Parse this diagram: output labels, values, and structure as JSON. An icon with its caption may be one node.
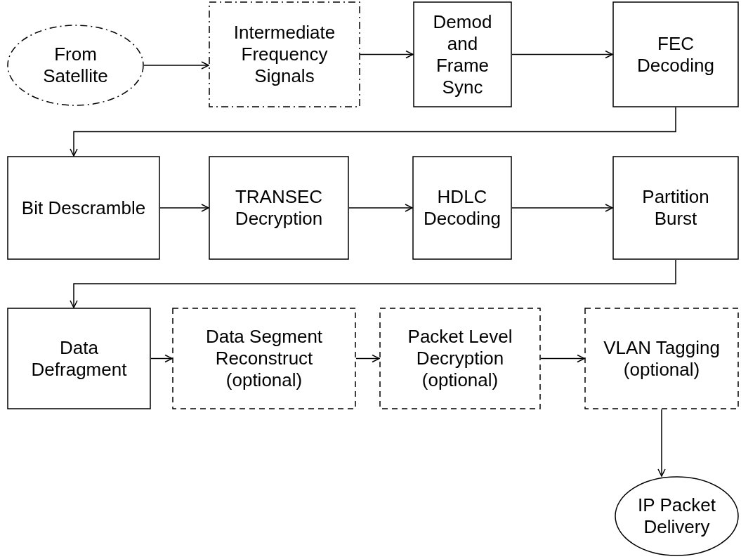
{
  "diagram": {
    "nodes": [
      {
        "text": [
          "From Satellite"
        ]
      },
      {
        "text": [
          "Intermediate Frequency Signals"
        ]
      },
      {
        "text": [
          "Demod and Frame Sync"
        ]
      },
      {
        "text": [
          "FEC Decoding"
        ]
      },
      {
        "text": [
          "Bit Descramble"
        ]
      },
      {
        "text": [
          "TRANSEC Decryption"
        ]
      },
      {
        "text": [
          "HDLC Decoding"
        ]
      },
      {
        "text": [
          "Partition Burst"
        ]
      },
      {
        "text": [
          "Data Defragment"
        ]
      },
      {
        "text": [
          "Data Segment Reconstruct (optional)"
        ]
      },
      {
        "text": [
          "Packet Level Decryption (optional)"
        ]
      },
      {
        "text": [
          "VLAN Tagging (optional)"
        ]
      },
      {
        "text": [
          "IP Packet Delivery"
        ]
      }
    ],
    "edges": [
      {
        "from": 0,
        "to": 1,
        "arrow": "to"
      },
      {
        "from": 1,
        "to": 2,
        "arrow": "to"
      },
      {
        "from": 2,
        "to": 3,
        "arrow": "to"
      },
      {
        "from": 3,
        "to": 4,
        "arrow": "to"
      },
      {
        "from": 4,
        "to": 5,
        "arrow": "to"
      },
      {
        "from": 5,
        "to": 6,
        "arrow": "to"
      },
      {
        "from": 6,
        "to": 7,
        "arrow": "to"
      },
      {
        "from": 7,
        "to": 8,
        "arrow": "to"
      },
      {
        "from": 8,
        "to": 9,
        "arrow": "to"
      },
      {
        "from": 9,
        "to": 10,
        "arrow": "to"
      },
      {
        "from": 10,
        "to": 11,
        "arrow": "to"
      },
      {
        "from": 11,
        "to": 12,
        "arrow": "to"
      }
    ]
  }
}
